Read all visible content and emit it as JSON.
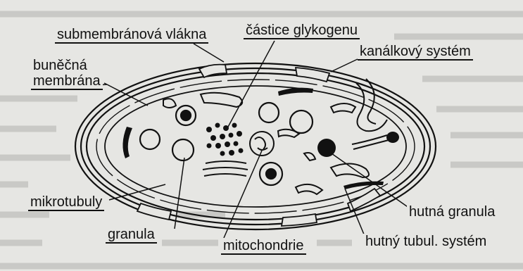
{
  "labels": {
    "submembranova_vlakna": "submembránová vlákna",
    "castice_glykogenu": "částice glykogenu",
    "kanalkovy_system": "kanálkový systém",
    "bunecna_membrana_line1": "buněčná",
    "bunecna_membrana_line2": "membrána",
    "mikrotubuly": "mikrotubuly",
    "hutna_granula": "hutná granula",
    "granula": "granula",
    "mitochondrie": "mitochondrie",
    "hutny_tubul_system": "hutný tubul. systém"
  },
  "colors": {
    "ink": "#111111",
    "paper": "#e6e6e3",
    "background_text": "#b9b9b6"
  }
}
